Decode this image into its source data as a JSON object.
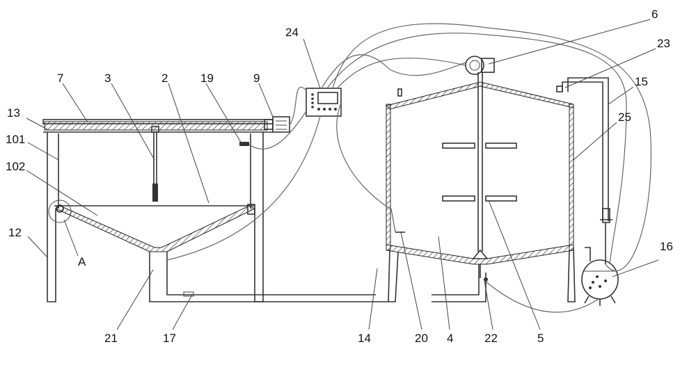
{
  "labels": {
    "n24": "24",
    "n6": "6",
    "n23": "23",
    "n15": "15",
    "n25": "25",
    "n7": "7",
    "n3": "3",
    "n2": "2",
    "n19": "19",
    "n9": "9",
    "n13": "13",
    "n101": "101",
    "n102": "102",
    "n12": "12",
    "nA": "A",
    "n16": "16",
    "n21": "21",
    "n17": "17",
    "n14": "14",
    "n20": "20",
    "n4": "4",
    "n22": "22",
    "n5": "5"
  }
}
